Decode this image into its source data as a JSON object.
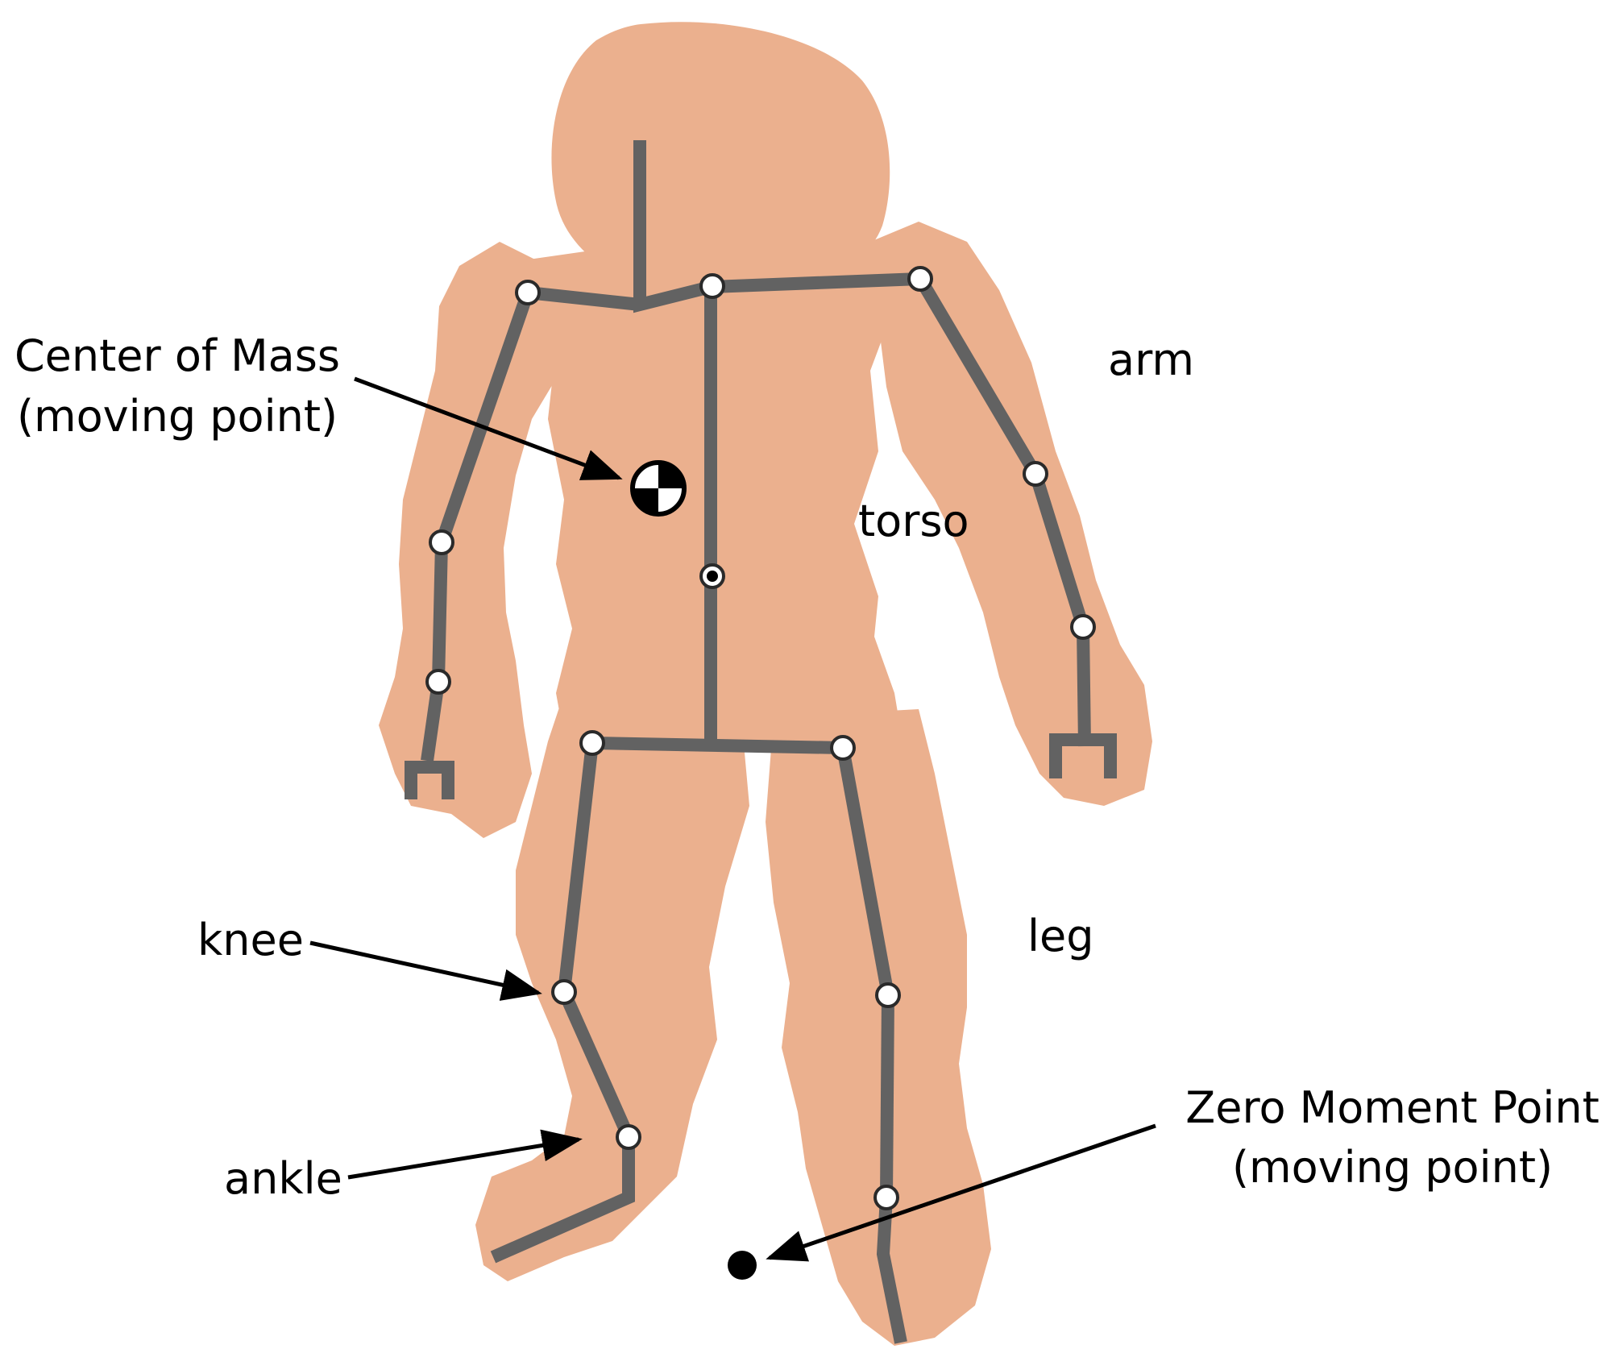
{
  "colors": {
    "body_fill": "#EBB08E",
    "bone": "#626262",
    "joint_fill": "#FFFFFF",
    "joint_stroke": "#2A2A2A",
    "text": "#000000",
    "arrow": "#000000"
  },
  "labels": {
    "center_of_mass_line1": "Center of Mass",
    "center_of_mass_line2": "(moving point)",
    "arm": "arm",
    "torso": "torso",
    "leg": "leg",
    "knee": "knee",
    "ankle": "ankle",
    "zmp_line1": "Zero Moment Point",
    "zmp_line2": "(moving point)"
  }
}
